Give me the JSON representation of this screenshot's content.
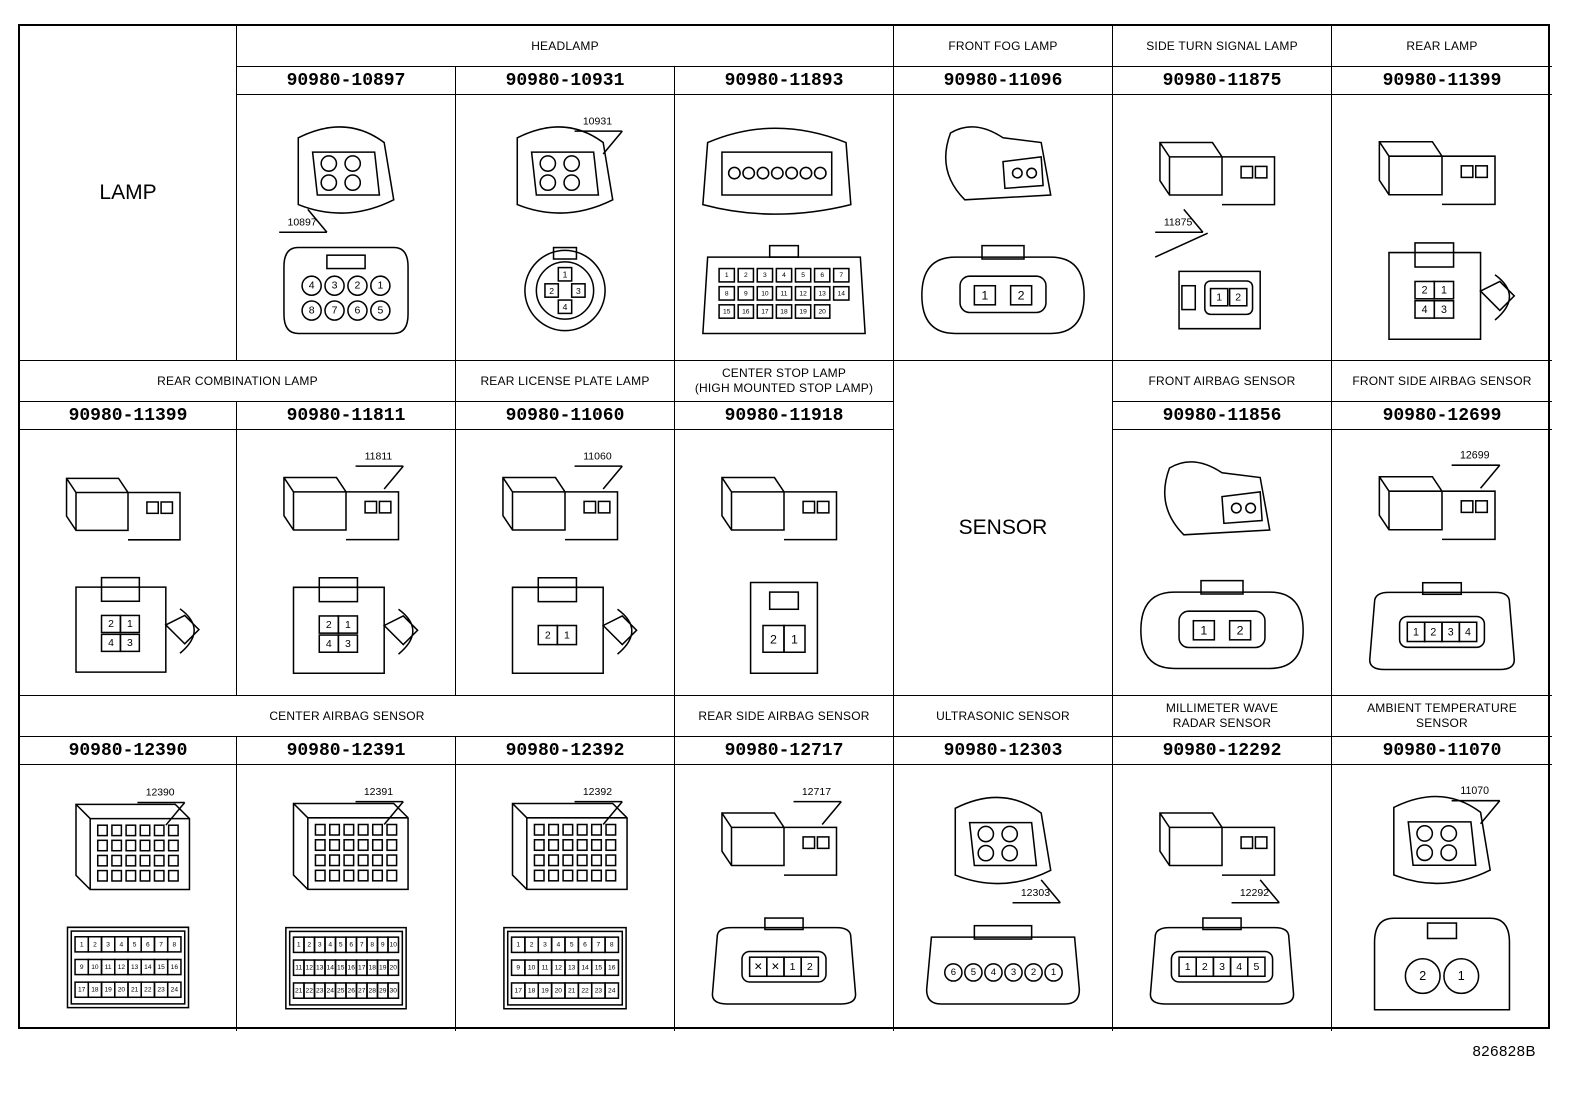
{
  "sections": {
    "lamp": "LAMP",
    "sensor": "SENSOR"
  },
  "groups": {
    "headlamp": "HEADLAMP",
    "front_fog_lamp": "FRONT FOG LAMP",
    "side_turn_signal_lamp": "SIDE TURN SIGNAL LAMP",
    "rear_lamp": "REAR LAMP",
    "rear_combination_lamp": "REAR COMBINATION LAMP",
    "rear_license_plate_lamp": "REAR LICENSE PLATE LAMP",
    "center_stop_lamp": "CENTER STOP LAMP",
    "center_stop_lamp_sub": "(HIGH MOUNTED STOP LAMP)",
    "front_airbag_sensor": "FRONT AIRBAG SENSOR",
    "front_side_airbag_sensor": "FRONT SIDE AIRBAG SENSOR",
    "center_airbag_sensor": "CENTER AIRBAG SENSOR",
    "rear_side_airbag_sensor": "REAR SIDE AIRBAG SENSOR",
    "ultrasonic_sensor": "ULTRASONIC SENSOR",
    "millimeter_wave_radar_sensor_1": "MILLIMETER WAVE",
    "millimeter_wave_radar_sensor_2": "RADAR SENSOR",
    "ambient_temperature_sensor_1": "AMBIENT TEMPERATURE",
    "ambient_temperature_sensor_2": "SENSOR"
  },
  "parts": [
    {
      "id": "p1",
      "number": "90980-10897",
      "callout": "10897",
      "pins": [
        "4",
        "3",
        "2",
        "1",
        "8",
        "7",
        "6",
        "5"
      ]
    },
    {
      "id": "p2",
      "number": "90980-10931",
      "callout": "10931",
      "pins": [
        "1",
        "2",
        "3",
        "4"
      ]
    },
    {
      "id": "p3",
      "number": "90980-11893",
      "callout": "",
      "pins": [
        "1",
        "2",
        "3",
        "4",
        "5",
        "6",
        "7",
        "8",
        "9",
        "10",
        "11",
        "12",
        "13",
        "14",
        "15",
        "16",
        "17",
        "18",
        "19",
        "20"
      ]
    },
    {
      "id": "p4",
      "number": "90980-11096",
      "callout": "",
      "pins": [
        "1",
        "2"
      ]
    },
    {
      "id": "p5",
      "number": "90980-11875",
      "callout": "11875",
      "pins": [
        "1",
        "2"
      ]
    },
    {
      "id": "p6",
      "number": "90980-11399",
      "callout": "",
      "pins": [
        "2",
        "1",
        "4",
        "3"
      ]
    },
    {
      "id": "p7",
      "number": "90980-11399",
      "callout": "",
      "pins": [
        "2",
        "1",
        "4",
        "3"
      ]
    },
    {
      "id": "p8",
      "number": "90980-11811",
      "callout": "11811",
      "pins": [
        "2",
        "1",
        "4",
        "3"
      ]
    },
    {
      "id": "p9",
      "number": "90980-11060",
      "callout": "11060",
      "pins": [
        "2",
        "1"
      ]
    },
    {
      "id": "p10",
      "number": "90980-11918",
      "callout": "",
      "pins": [
        "2",
        "1"
      ]
    },
    {
      "id": "p11",
      "number": "90980-11856",
      "callout": "",
      "pins": [
        "1",
        "2"
      ]
    },
    {
      "id": "p12",
      "number": "90980-12699",
      "callout": "12699",
      "pins": [
        "1",
        "2",
        "3",
        "4"
      ]
    },
    {
      "id": "p13",
      "number": "90980-12390",
      "callout": "12390",
      "pins": [
        "1",
        "2",
        "3",
        "4",
        "5",
        "6",
        "7",
        "8",
        "9",
        "10",
        "11",
        "12",
        "13",
        "14",
        "15",
        "16",
        "17",
        "18",
        "19",
        "20",
        "21",
        "22",
        "23",
        "24"
      ]
    },
    {
      "id": "p14",
      "number": "90980-12391",
      "callout": "12391",
      "pins": [
        "1",
        "2",
        "3",
        "4",
        "5",
        "6",
        "7",
        "8",
        "9",
        "10",
        "11",
        "12",
        "13",
        "14",
        "15",
        "16",
        "17",
        "18",
        "19",
        "20",
        "21",
        "22",
        "23",
        "24",
        "25",
        "26",
        "27",
        "28",
        "29",
        "30"
      ]
    },
    {
      "id": "p15",
      "number": "90980-12392",
      "callout": "12392",
      "pins": [
        "1",
        "2",
        "3",
        "4",
        "5",
        "6",
        "7",
        "8",
        "9",
        "10",
        "11",
        "12",
        "13",
        "14",
        "15",
        "16",
        "17",
        "18",
        "19",
        "20",
        "21",
        "22",
        "23",
        "24"
      ]
    },
    {
      "id": "p16",
      "number": "90980-12717",
      "callout": "12717",
      "pins": [
        "1",
        "2"
      ]
    },
    {
      "id": "p17",
      "number": "90980-12303",
      "callout": "12303",
      "pins": [
        "6",
        "5",
        "4",
        "3",
        "2",
        "1"
      ]
    },
    {
      "id": "p18",
      "number": "90980-12292",
      "callout": "12292",
      "pins": [
        "1",
        "2",
        "3",
        "4",
        "5"
      ]
    },
    {
      "id": "p19",
      "number": "90980-11070",
      "callout": "11070",
      "pins": [
        "2",
        "1"
      ]
    }
  ],
  "illustration_code": "826828B"
}
